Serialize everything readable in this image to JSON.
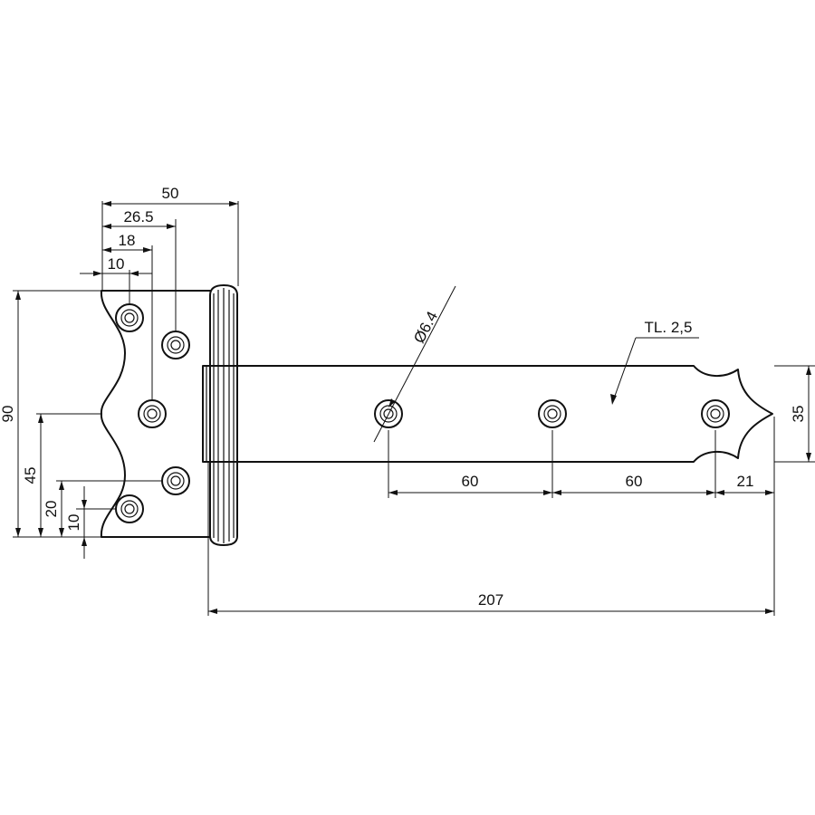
{
  "dimensions": {
    "leaf_width": "50",
    "hole_offset_2": "26.5",
    "hole_offset_center": "18",
    "hole_offset_1": "10",
    "leaf_height": "90",
    "half_height": "45",
    "hole_height_2": "20",
    "hole_height_1": "10",
    "hole_diameter": "Ø6.4",
    "strap_spacing_1": "60",
    "strap_spacing_2": "60",
    "strap_end": "21",
    "strap_width": "35",
    "total_length": "207",
    "thickness_note": "TL. 2,5"
  }
}
